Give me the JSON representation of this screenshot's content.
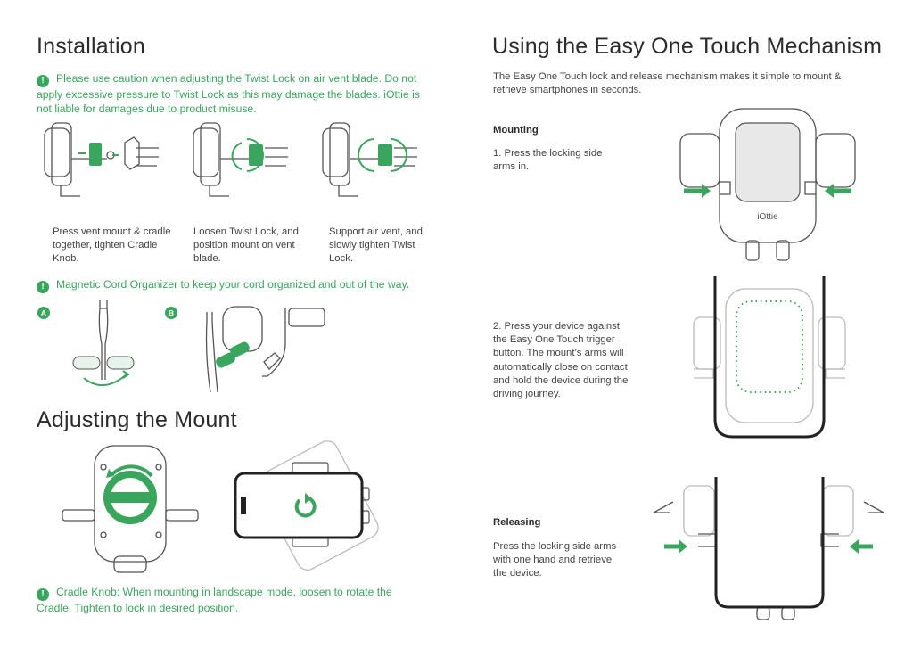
{
  "installation": {
    "title": "Installation",
    "caution_icon": "exclamation-icon",
    "caution_text": "Please use caution when adjusting the Twist Lock on air vent blade. Do not apply excessive pressure to Twist Lock as this may damage the blades. iOttie is not liable for damages due to product misuse.",
    "steps": [
      {
        "text": "Press vent mount & cradle together, tighten Cradle Knob."
      },
      {
        "text": "Loosen Twist Lock, and position mount on vent blade."
      },
      {
        "text": "Support air vent, and slowly tighten Twist Lock."
      }
    ],
    "cord_note": "Magnetic Cord Organizer to keep your cord organized and out of the way.",
    "badge_a": "A",
    "badge_b": "B"
  },
  "adjusting": {
    "title": "Adjusting the Mount",
    "knob_note": "Cradle Knob: When mounting in landscape mode, loosen to rotate the Cradle. Tighten to lock in desired position."
  },
  "mechanism": {
    "title": "Using the Easy One Touch Mechanism",
    "intro": "The Easy One Touch lock and release mechanism makes it simple to mount & retrieve smartphones in seconds.",
    "mounting_heading": "Mounting",
    "mounting_step1": "1. Press the locking side arms in.",
    "mounting_step2": "2. Press your device against the Easy One Touch trigger button. The mount’s arms will automatically close on contact and hold the device during the driving journey.",
    "releasing_heading": "Releasing",
    "releasing_text": "Press the locking side arms with one hand and retrieve the device.",
    "brand_label": "iOttie"
  },
  "colors": {
    "accent": "#3aa55d",
    "text": "#3a3a3a",
    "line": "#555555"
  }
}
